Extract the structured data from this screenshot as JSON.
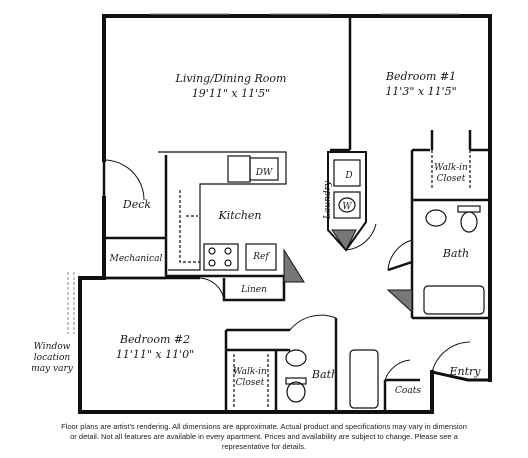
{
  "rooms": {
    "living": {
      "name": "Living/Dining Room",
      "dims": "19'11\" x 11'5\""
    },
    "bedroom1": {
      "name": "Bedroom #1",
      "dims": "11'3\" x 11'5\""
    },
    "bedroom2": {
      "name": "Bedroom #2",
      "dims": "11'11\" x 11'0\""
    },
    "kitchen": "Kitchen",
    "deck": "Deck",
    "mechanical": "Mechanical",
    "laundry": "Laundry",
    "walkin1": [
      "Walk-in",
      "Closet"
    ],
    "walkin2": [
      "Walk-in",
      "Closet"
    ],
    "bath1": "Bath",
    "bath2": "Bath",
    "linen": "Linen",
    "coats": "Coats",
    "entry": "Entry"
  },
  "fixtures": {
    "dishwasher": "DW",
    "refrigerator": "Ref",
    "dryer": "D",
    "washer": "W"
  },
  "window_note": [
    "Window",
    "location",
    "may vary"
  ],
  "disclaimer": "Floor plans are artist's rendering. All dimensions are approximate. Actual product and specifications may vary in dimension or detail. Not all features are available in every apartment. Prices and availability are subject to change. Please see a representative for details."
}
